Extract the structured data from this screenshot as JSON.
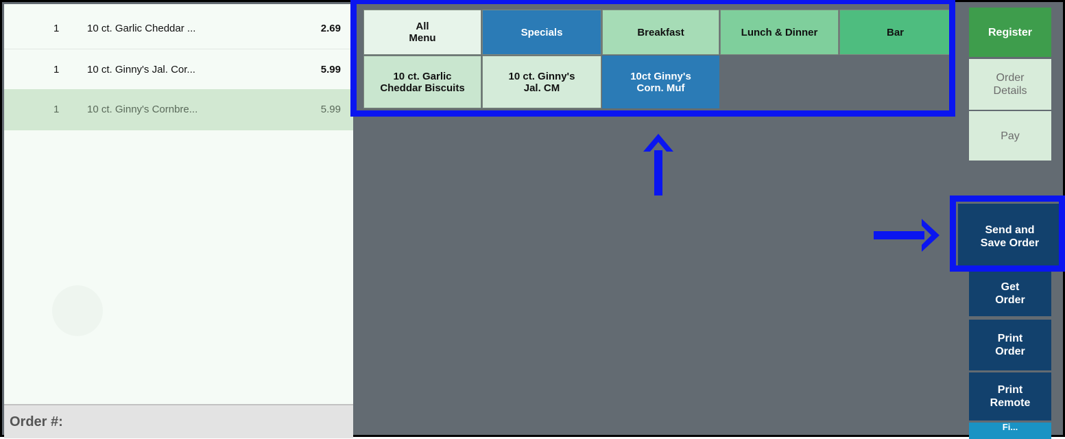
{
  "order_list": {
    "items": [
      {
        "qty": "1",
        "name": "10 ct. Garlic Cheddar ...",
        "price": "2.69"
      },
      {
        "qty": "1",
        "name": "10 ct. Ginny's Jal. Cor...",
        "price": "5.99"
      },
      {
        "qty": "1",
        "name": "10 ct. Ginny's Cornbre...",
        "price": "5.99"
      }
    ],
    "footer_label": "Order #:"
  },
  "categories": [
    {
      "label": "All\nMenu"
    },
    {
      "label": "Specials"
    },
    {
      "label": "Breakfast"
    },
    {
      "label": "Lunch & Dinner"
    },
    {
      "label": "Bar"
    }
  ],
  "menu_items": [
    {
      "label": "10 ct. Garlic\nCheddar Biscuits"
    },
    {
      "label": "10 ct. Ginny's\nJal. CM"
    },
    {
      "label": "10ct Ginny's\nCorn. Muf"
    }
  ],
  "side_buttons": {
    "register": "Register",
    "order_details": "Order\nDetails",
    "pay": "Pay",
    "send_save": "Send and\nSave Order",
    "get_order": "Get\nOrder",
    "print_order": "Print\nOrder",
    "print_remote": "Print\nRemote",
    "cut_off": "Fi..."
  },
  "colors": {
    "annotation": "#0a15f0",
    "specials": "#2b7bb6",
    "register": "#3e9d4c",
    "dark_button": "#12416d"
  }
}
